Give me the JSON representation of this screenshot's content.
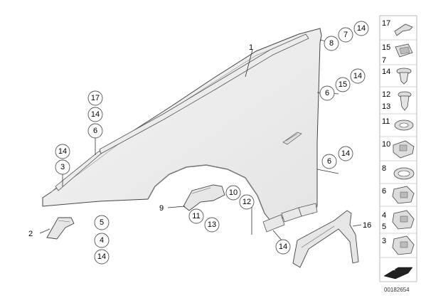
{
  "callouts": {
    "c_17a": "17",
    "c_14a": "14",
    "c_6a": "6",
    "c_14b": "14",
    "c_3a": "3",
    "c_5": "5",
    "c_4": "4",
    "c_14c": "14",
    "c_11": "11",
    "c_13": "13",
    "c_10": "10",
    "c_12": "12",
    "c_14d": "14",
    "c_8": "8",
    "c_7": "7",
    "c_14e": "14",
    "c_6b": "6",
    "c_15": "15",
    "c_14f": "14",
    "c_6c": "6",
    "c_14g": "14"
  },
  "labels": {
    "l_1": "1",
    "l_2": "2",
    "l_9": "9",
    "l_16": "16"
  },
  "side_panel": {
    "p_17": "17",
    "p_15": "15",
    "p_7": "7",
    "p_14": "14",
    "p_12": "12",
    "p_13": "13",
    "p_11": "11",
    "p_10": "10",
    "p_8": "8",
    "p_6": "6",
    "p_4": "4",
    "p_5": "5",
    "p_3": "3"
  },
  "doc_number": "00182654"
}
